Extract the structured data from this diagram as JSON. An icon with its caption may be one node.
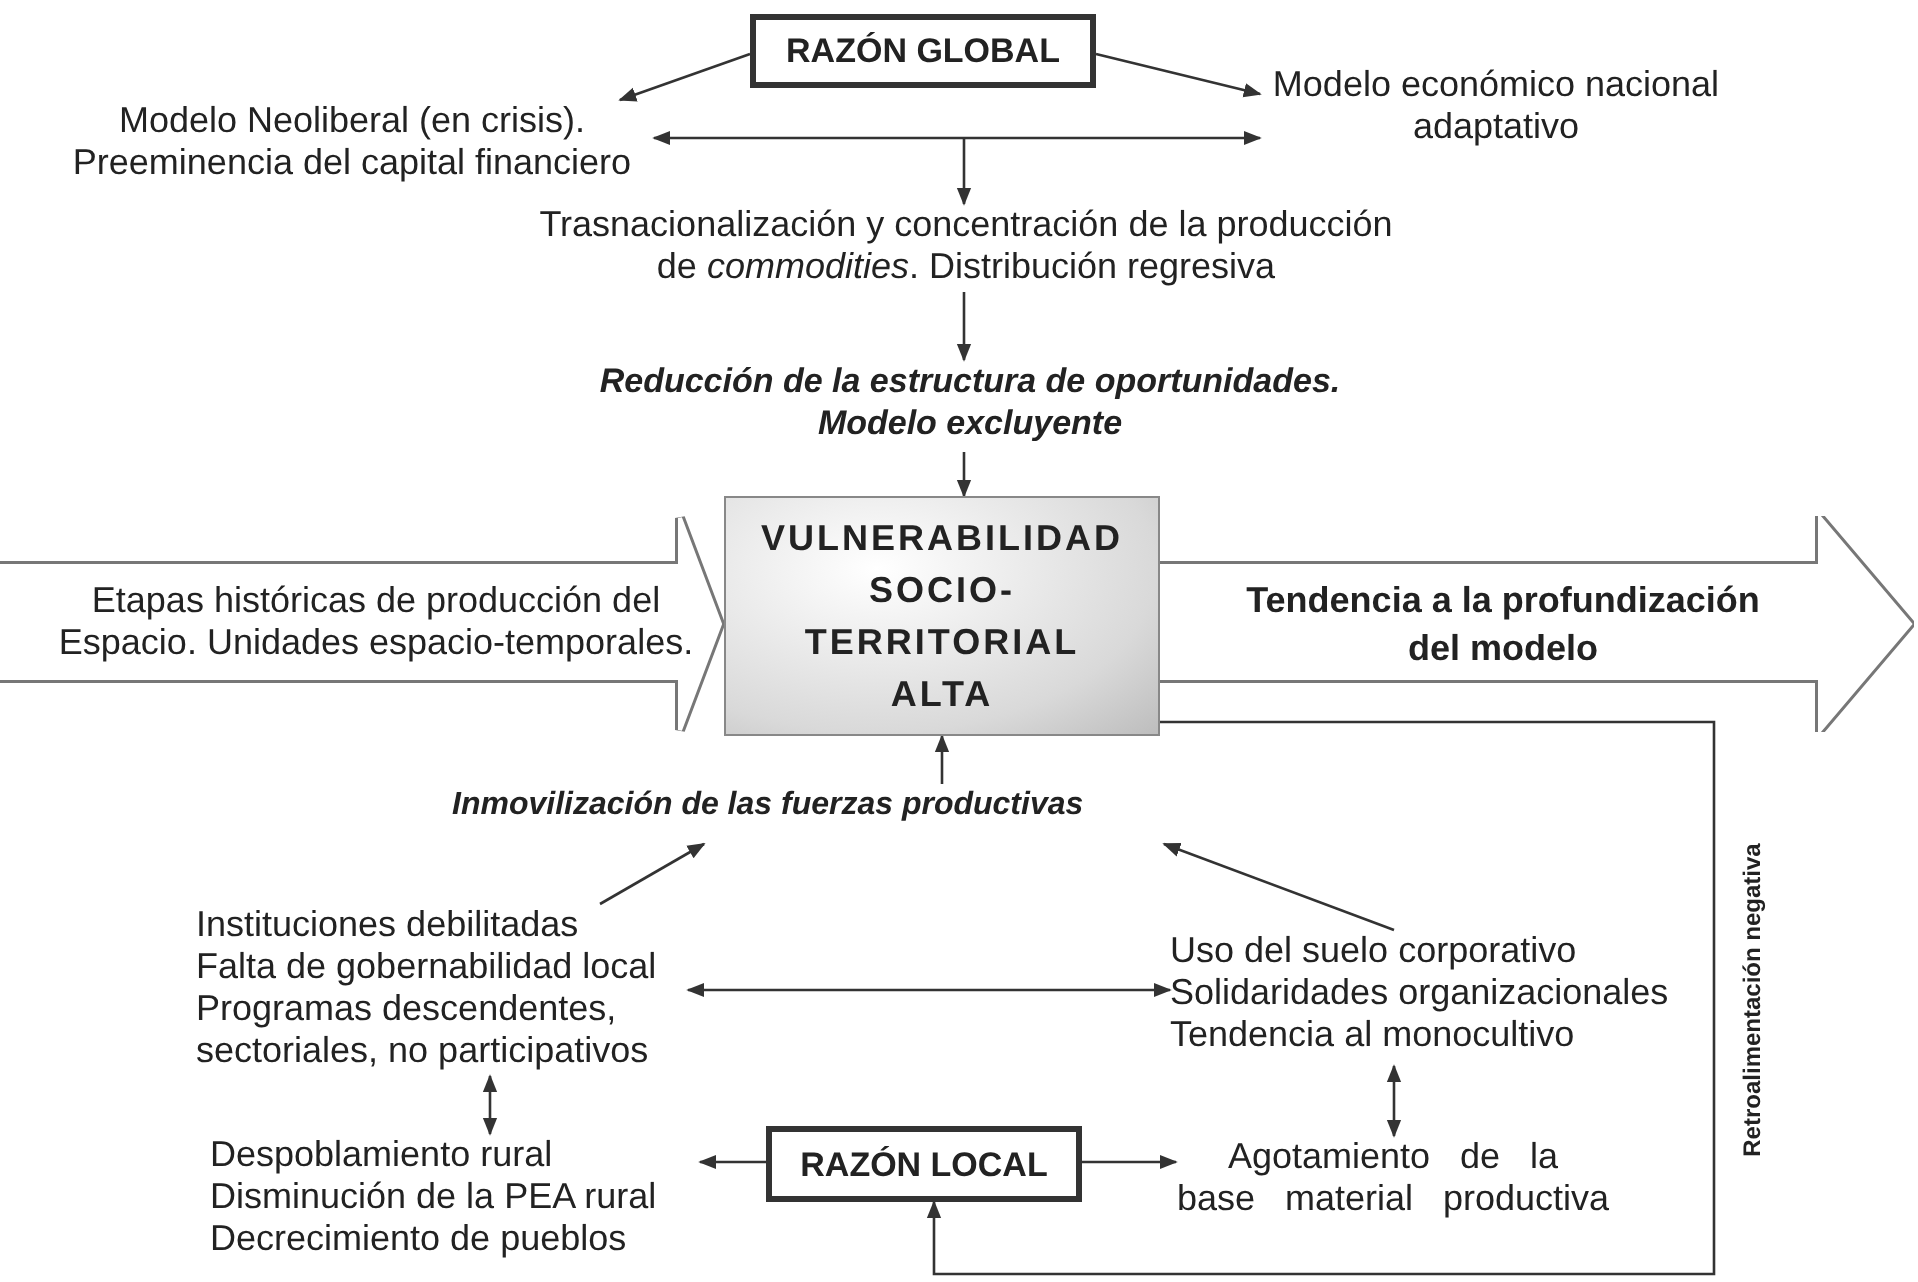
{
  "diagram": {
    "nodes": [
      {
        "text": [
          "RAZÓN GLOBAL"
        ]
      },
      {
        "text": [
          "Modelo Neoliberal (en crisis). Preeminencia del capital financiero"
        ]
      },
      {
        "text": [
          "Modelo económico nacional adaptativo"
        ]
      },
      {
        "text": [
          "Trasnacionalización y concentración de la producción de *commodities*. Distribución regresiva"
        ]
      },
      {
        "text": [
          "Reducción de la estructura de oportunidades. Modelo excluyente"
        ]
      },
      {
        "text": [
          "Etapas históricas de producción del Espacio. Unidades espacio-temporales."
        ]
      },
      {
        "text": [
          "VULNERABILIDAD SOCIO- TERRITORIAL ALTA"
        ]
      },
      {
        "text": [
          "Tendencia a la profundización del modelo"
        ]
      },
      {
        "text": [
          "Inmovilización de las fuerzas productivas"
        ]
      },
      {
        "text": [
          "Instituciones debilitadas",
          "Falta de gobernabilidad local",
          "Programas descendentes, sectoriales, no participativos"
        ]
      },
      {
        "text": [
          "Uso del suelo corporativo",
          "Solidaridades organizacionales",
          "Tendencia al monocultivo"
        ]
      },
      {
        "text": [
          "Despoblamiento rural",
          "Disminución de la PEA rural",
          "Decrecimiento de pueblos"
        ]
      },
      {
        "text": [
          "RAZÓN LOCAL"
        ]
      },
      {
        "text": [
          "Agotamiento de la base material productiva"
        ]
      }
    ],
    "edges": [
      {
        "from": 0,
        "to": 1,
        "arrow": "to"
      },
      {
        "from": 0,
        "to": 2,
        "arrow": "to"
      },
      {
        "from": 1,
        "to": 2,
        "arrow": "both"
      },
      {
        "from": null,
        "to": 3,
        "arrow": "to"
      },
      {
        "from": 3,
        "to": 4,
        "arrow": "to"
      },
      {
        "from": 4,
        "to": 6,
        "arrow": "to"
      },
      {
        "from": 8,
        "to": 6,
        "arrow": "to"
      },
      {
        "from": 9,
        "to": 8,
        "arrow": "to"
      },
      {
        "from": 10,
        "to": 8,
        "arrow": "to"
      },
      {
        "from": 9,
        "to": 10,
        "arrow": "both"
      },
      {
        "from": 9,
        "to": 11,
        "arrow": "both"
      },
      {
        "from": 12,
        "to": 11,
        "arrow": "to"
      },
      {
        "from": 12,
        "to": 13,
        "arrow": "to"
      },
      {
        "from": 10,
        "to": 13,
        "arrow": "both"
      },
      {
        "from": 6,
        "to": 12,
        "arrow": "to",
        "label": "Retroalimentación negativa"
      }
    ]
  }
}
